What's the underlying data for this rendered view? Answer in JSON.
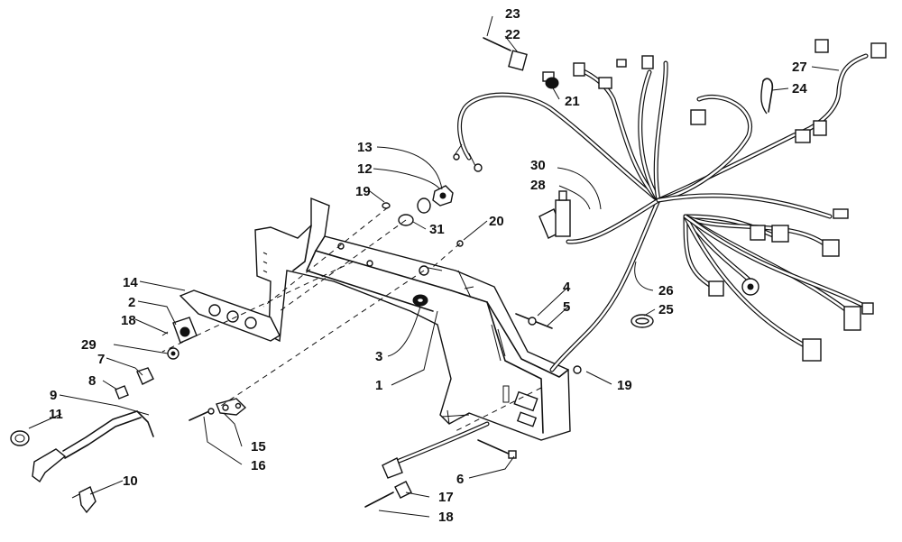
{
  "callouts": [
    {
      "id": "c1",
      "text": "1"
    },
    {
      "id": "c2",
      "text": "2"
    },
    {
      "id": "c3",
      "text": "3"
    },
    {
      "id": "c4",
      "text": "4"
    },
    {
      "id": "c5",
      "text": "5"
    },
    {
      "id": "c6",
      "text": "6"
    },
    {
      "id": "c7",
      "text": "7"
    },
    {
      "id": "c8",
      "text": "8"
    },
    {
      "id": "c9",
      "text": "9"
    },
    {
      "id": "c10",
      "text": "10"
    },
    {
      "id": "c11",
      "text": "11"
    },
    {
      "id": "c12",
      "text": "12"
    },
    {
      "id": "c13",
      "text": "13"
    },
    {
      "id": "c14",
      "text": "14"
    },
    {
      "id": "c15",
      "text": "15"
    },
    {
      "id": "c16",
      "text": "16"
    },
    {
      "id": "c17",
      "text": "17"
    },
    {
      "id": "c18a",
      "text": "18"
    },
    {
      "id": "c18b",
      "text": "18"
    },
    {
      "id": "c19a",
      "text": "19"
    },
    {
      "id": "c19b",
      "text": "19"
    },
    {
      "id": "c20",
      "text": "20"
    },
    {
      "id": "c21",
      "text": "21"
    },
    {
      "id": "c22",
      "text": "22"
    },
    {
      "id": "c23",
      "text": "23"
    },
    {
      "id": "c24",
      "text": "24"
    },
    {
      "id": "c25",
      "text": "25"
    },
    {
      "id": "c26",
      "text": "26"
    },
    {
      "id": "c27",
      "text": "27"
    },
    {
      "id": "c28",
      "text": "28"
    },
    {
      "id": "c29",
      "text": "29"
    },
    {
      "id": "c30",
      "text": "30"
    },
    {
      "id": "c31",
      "text": "31"
    }
  ]
}
